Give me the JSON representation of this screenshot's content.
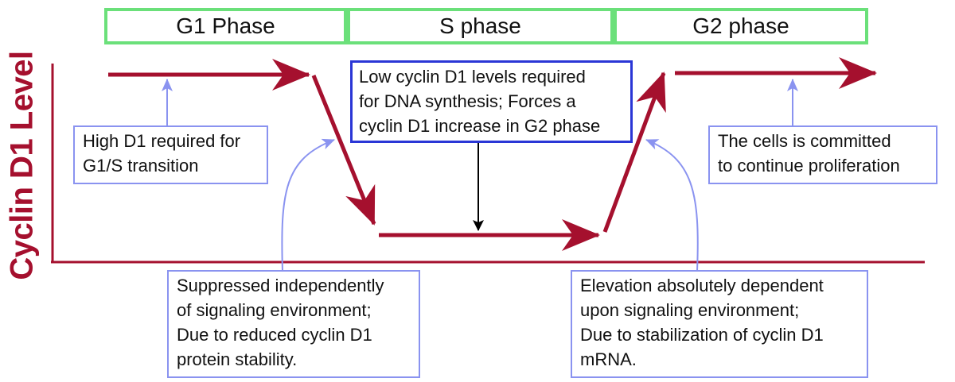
{
  "phases": {
    "g1": "G1 Phase",
    "s": "S phase",
    "g2": "G2 phase"
  },
  "y_axis_label": "Cyclin D1 Level",
  "notes": {
    "g1_high": "High D1 required for\nG1/S transition",
    "s_low": "Low cyclin D1 levels required\nfor DNA synthesis;  Forces a\ncyclin D1 increase in G2 phase",
    "g2_committed": "The cells is committed\nto continue proliferation",
    "suppressed": "Suppressed independently\nof signaling environment;\nDue to reduced cyclin D1\nprotein stability.",
    "elevation": "Elevation absolutely dependent\nupon signaling environment;\nDue to stabilization of cyclin D1\nmRNA."
  },
  "colors": {
    "level_line": "#a5102e",
    "phase_border": "#6be07a",
    "note_border": "#8a93f0",
    "note_border_dark": "#2a36d6",
    "connector": "#8a93f0"
  }
}
